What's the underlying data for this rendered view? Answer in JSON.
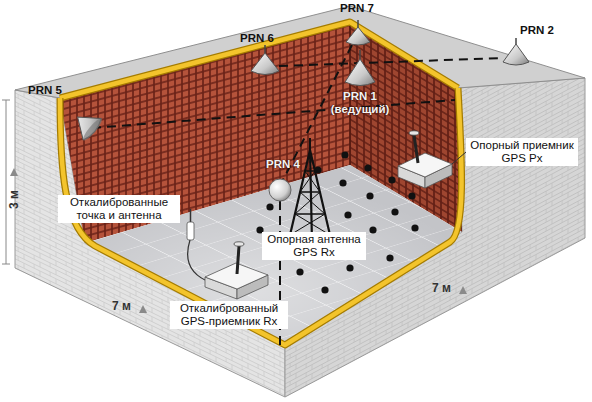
{
  "diagram": {
    "nodes": [
      {
        "text": [
          "Опорный приемник GPS Px"
        ]
      },
      {
        "text": [
          "Откалиброванные точка и антенна"
        ]
      },
      {
        "text": [
          "Опорная антенна GPS Rx"
        ]
      },
      {
        "text": [
          "Откалиброванный GPS-приемник Rx"
        ]
      }
    ],
    "labels": [
      "PRN 5",
      "PRN 6",
      "PRN 7",
      "PRN 2",
      "PRN 1 (ведущий)",
      "PRN 4",
      "3 м",
      "7 м",
      "7 м"
    ]
  }
}
